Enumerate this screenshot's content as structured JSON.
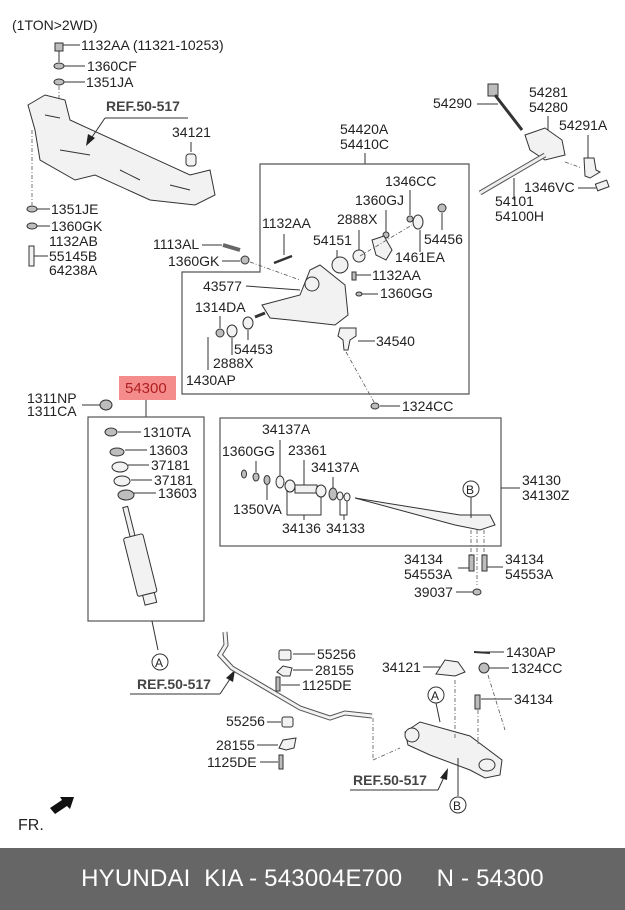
{
  "title": "(1TON>2WD)",
  "highlight_part": "54300",
  "refs": [
    "REF.50-517",
    "REF.50-517",
    "REF.50-517"
  ],
  "callouts": {
    "A": "A",
    "B": "B"
  },
  "labels": {
    "p1132AA_top": "1132AA (11321-10253)",
    "p1360CF": "1360CF",
    "p1351JA": "1351JA",
    "p34121_top": "34121",
    "p1351JE": "1351JE",
    "p1360GK_left": "1360GK",
    "p1132AB": "1132AB",
    "p55145B": "55145B",
    "p64238A": "64238A",
    "p54290": "54290",
    "p54281": "54281",
    "p54280": "54280",
    "p54291A": "54291A",
    "p1346VC": "1346VC",
    "p54101": "54101",
    "p54100H": "54100H",
    "p54420A": "54420A",
    "p54410C": "54410C",
    "p1346CC": "1346CC",
    "p1360GJ": "1360GJ",
    "p2888X_top": "2888X",
    "p54456": "54456",
    "p1132AA_mid": "1132AA",
    "p54151": "54151",
    "p1461EA": "1461EA",
    "p1113AL": "1113AL",
    "p1360GK_mid": "1360GK",
    "p1132AA_arm": "1132AA",
    "p43577": "43577",
    "p1360GG_arm": "1360GG",
    "p1314DA": "1314DA",
    "p54453": "54453",
    "p2888X_bot": "2888X",
    "p34540": "34540",
    "p1430AP_mid": "1430AP",
    "p1324CC_mid": "1324CC",
    "p1311NP": "1311NP",
    "p1311CA": "1311CA",
    "p1310TA": "1310TA",
    "p13603_a": "13603",
    "p37181_a": "37181",
    "p37181_b": "37181",
    "p13603_b": "13603",
    "p34137A_a": "34137A",
    "p1360GG_rod": "1360GG",
    "p23361": "23361",
    "p34137A_b": "34137A",
    "p1350VA": "1350VA",
    "p34136": "34136",
    "p34133": "34133",
    "p34130": "34130",
    "p34130Z": "34130Z",
    "p34134_l": "34134",
    "p54553A_l": "54553A",
    "p34134_r": "34134",
    "p54553A_r": "54553A",
    "p39037": "39037",
    "p55256_a": "55256",
    "p28155_a": "28155",
    "p1125DE_a": "1125DE",
    "p55256_b": "55256",
    "p28155_b": "28155",
    "p1125DE_b": "1125DE",
    "p1430AP_bot": "1430AP",
    "p34121_bot": "34121",
    "p1324CC_bot": "1324CC",
    "p34134_bot": "34134"
  },
  "front_indicator": "FR.",
  "footer": {
    "brand": "HYUNDAI  KIA - 543004E700",
    "number": "N - 54300"
  },
  "colors": {
    "highlight": "#f58c8c",
    "highlight_text": "#b02020",
    "footer_bg": "#666666",
    "footer_text": "#ffffff"
  }
}
